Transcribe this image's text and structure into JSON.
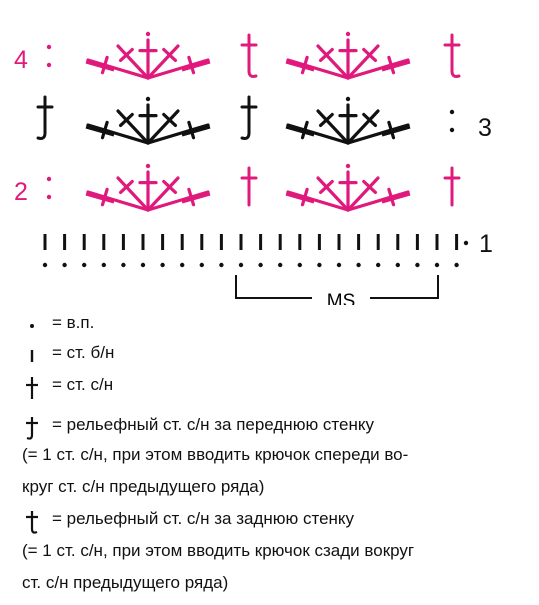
{
  "diagram": {
    "row_labels": [
      {
        "text": "4",
        "color": "#e0197d"
      },
      {
        "text": "3",
        "color": "#111111"
      },
      {
        "text": "2",
        "color": "#e0197d"
      },
      {
        "text": "1",
        "color": "#111111"
      }
    ],
    "repeat_label": "MS",
    "colors": {
      "accent": "#e0197d",
      "ink": "#111111"
    }
  },
  "legend": {
    "items": [
      {
        "symbol": "chain-dot",
        "text": "= в.п."
      },
      {
        "symbol": "single-crochet",
        "text": "= ст. б/н"
      },
      {
        "symbol": "double-crochet",
        "text": "= ст. с/н"
      },
      {
        "symbol": "front-post-double-crochet",
        "text": "= рельефный ст. с/н за переднюю стенку"
      },
      {
        "symbol": "back-post-double-crochet",
        "text": "= рельефный ст. с/н за заднюю стенку"
      }
    ],
    "notes": [
      "(= 1 ст. с/н, при этом вводить крючок спереди во-",
      "круг ст. с/н предыдущего ряда)",
      "(= 1 ст. с/н, при этом вводить крючок сзади вокруг",
      "ст. с/н предыдущего ряда)"
    ]
  }
}
